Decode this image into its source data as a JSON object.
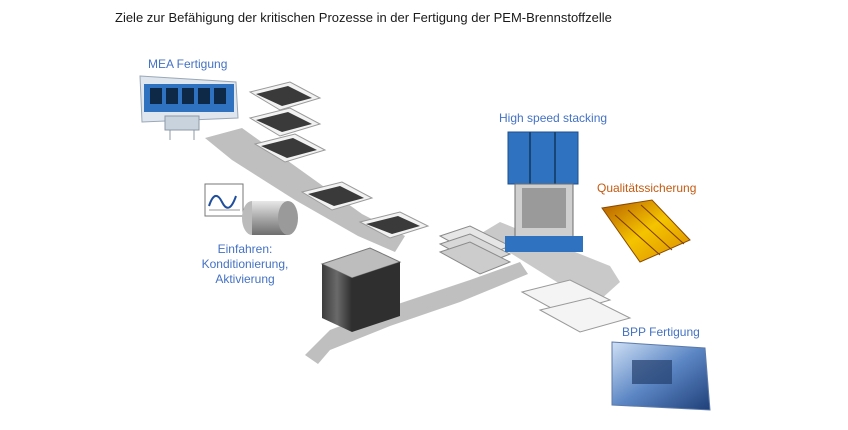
{
  "title": "Ziele zur Befähigung der kritischen Prozesse in der Fertigung der PEM-Brennstoffzelle",
  "labels": {
    "mea": "MEA Fertigung",
    "high_speed": "High speed stacking",
    "quality": "Qualitätssicherung",
    "bpp": "BPP Fertigung",
    "einfahren_line1": "Einfahren:",
    "einfahren_line2": "Konditionierung,",
    "einfahren_line3": "Aktivierung"
  },
  "colors": {
    "title_text": "#1a1a1a",
    "label_blue": "#4472c4",
    "label_orange": "#c55a11",
    "arrow_gray": "#bdbdbd",
    "machine_blue": "#2f72c0",
    "plate_dark": "#3a3a3a"
  },
  "icons": [
    "mea-machine",
    "conditioning-tank",
    "chart-monitor",
    "fuel-cell-stack",
    "stacking-machine",
    "quality-heatmap",
    "bpp-photo"
  ]
}
